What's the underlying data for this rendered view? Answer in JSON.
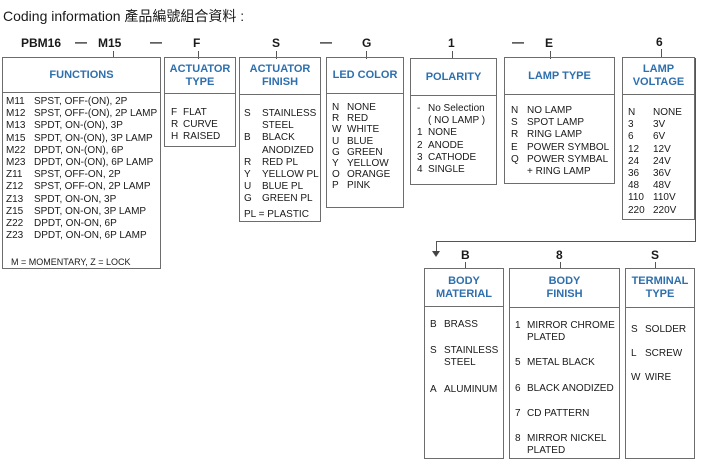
{
  "heading": "Coding information 產品編號組合資料 :",
  "codes": {
    "base": "PBM16",
    "function": "M15",
    "actuator_type": "F",
    "actuator_finish": "S",
    "led_color": "G",
    "polarity": "1",
    "lamp_type": "E",
    "lamp_voltage": "6",
    "body_material": "B",
    "body_finish": "8",
    "terminal_type": "S"
  },
  "dash": "—",
  "functions": {
    "title": "FUNCTIONS",
    "rows": [
      {
        "code": "M11",
        "desc": "SPST, OFF-(ON), 2P"
      },
      {
        "code": "M12",
        "desc": "SPST, OFF-(ON), 2P LAMP"
      },
      {
        "code": "M13",
        "desc": "SPDT,  ON-(ON), 3P"
      },
      {
        "code": "M15",
        "desc": "SPDT,  ON-(ON), 3P LAMP"
      },
      {
        "code": "M22",
        "desc": "DPDT,  ON-(ON), 6P"
      },
      {
        "code": "M23",
        "desc": "DPDT,  ON-(ON), 6P LAMP"
      },
      {
        "code": "Z11",
        "desc": "SPST,  OFF-ON, 2P"
      },
      {
        "code": "Z12",
        "desc": "SPST,  OFF-ON, 2P LAMP"
      },
      {
        "code": "Z13",
        "desc": "SPDT,  ON-ON, 3P"
      },
      {
        "code": "Z15",
        "desc": "SPDT,  ON-ON, 3P   LAMP"
      },
      {
        "code": "Z22",
        "desc": "DPDT,  ON-ON, 6P"
      },
      {
        "code": "Z23",
        "desc": "DPDT,  ON-ON, 6P   LAMP"
      }
    ],
    "note": "M = MOMENTARY,  Z = LOCK"
  },
  "actuator_type": {
    "title_l1": "ACTUATOR",
    "title_l2": "TYPE",
    "rows": [
      {
        "code": "F",
        "desc": "FLAT"
      },
      {
        "code": "R",
        "desc": "CURVE"
      },
      {
        "code": "H",
        "desc": "RAISED"
      }
    ]
  },
  "actuator_finish": {
    "title_l1": "ACTUATOR",
    "title_l2": "FINISH",
    "rows": [
      {
        "code": "S",
        "desc": "STAINLESS"
      },
      {
        "code": "",
        "desc": "STEEL"
      },
      {
        "code": "B",
        "desc": "BLACK"
      },
      {
        "code": "",
        "desc": "ANODIZED"
      },
      {
        "code": "R",
        "desc": "RED PL"
      },
      {
        "code": "Y",
        "desc": "YELLOW PL"
      },
      {
        "code": "U",
        "desc": "BLUE PL"
      },
      {
        "code": "G",
        "desc": "GREEN PL"
      }
    ],
    "note": "PL = PLASTIC"
  },
  "led_color": {
    "title": "LED COLOR",
    "rows": [
      {
        "code": "N",
        "desc": "NONE"
      },
      {
        "code": "R",
        "desc": "RED"
      },
      {
        "code": "W",
        "desc": "WHITE"
      },
      {
        "code": "U",
        "desc": "BLUE"
      },
      {
        "code": "G",
        "desc": "GREEN"
      },
      {
        "code": "Y",
        "desc": "YELLOW"
      },
      {
        "code": "O",
        "desc": "ORANGE"
      },
      {
        "code": "P",
        "desc": "PINK"
      }
    ]
  },
  "polarity": {
    "title": "POLARITY",
    "rows": [
      {
        "code": "-",
        "desc": "No Selection"
      },
      {
        "code": "",
        "desc": "( NO LAMP )"
      },
      {
        "code": "1",
        "desc": "NONE"
      },
      {
        "code": "2",
        "desc": "ANODE"
      },
      {
        "code": "3",
        "desc": "CATHODE"
      },
      {
        "code": "4",
        "desc": "SINGLE"
      }
    ]
  },
  "lamp_type": {
    "title": "LAMP TYPE",
    "rows": [
      {
        "code": "N",
        "desc": "NO LAMP"
      },
      {
        "code": "S",
        "desc": "SPOT LAMP"
      },
      {
        "code": "R",
        "desc": "RING LAMP"
      },
      {
        "code": "E",
        "desc": "POWER SYMBOL"
      },
      {
        "code": "Q",
        "desc": "POWER SYMBAL"
      },
      {
        "code": "",
        "desc": "+ RING LAMP"
      }
    ]
  },
  "lamp_voltage": {
    "title_l1": "LAMP",
    "title_l2": "VOLTAGE",
    "rows": [
      {
        "code": "N",
        "desc": "NONE"
      },
      {
        "code": "3",
        "desc": "3V"
      },
      {
        "code": "6",
        "desc": "6V"
      },
      {
        "code": "12",
        "desc": "12V"
      },
      {
        "code": "24",
        "desc": "24V"
      },
      {
        "code": "36",
        "desc": "36V"
      },
      {
        "code": "48",
        "desc": "48V"
      },
      {
        "code": "110",
        "desc": "110V"
      },
      {
        "code": "220",
        "desc": "220V"
      }
    ]
  },
  "body_material": {
    "title_l1": "BODY",
    "title_l2": "MATERIAL",
    "items": [
      {
        "code": "B",
        "l1": "BRASS",
        "l2": ""
      },
      {
        "code": "S",
        "l1": "STAINLESS",
        "l2": "STEEL"
      },
      {
        "code": "A",
        "l1": "ALUMINUM",
        "l2": ""
      }
    ]
  },
  "body_finish": {
    "title_l1": "BODY",
    "title_l2": "FINISH",
    "items": [
      {
        "code": "1",
        "l1": "MIRROR CHROME",
        "l2": "PLATED"
      },
      {
        "code": "5",
        "l1": "METAL BLACK",
        "l2": ""
      },
      {
        "code": "6",
        "l1": "BLACK ANODIZED",
        "l2": ""
      },
      {
        "code": "7",
        "l1": "CD PATTERN",
        "l2": ""
      },
      {
        "code": "8",
        "l1": "MIRROR NICKEL",
        "l2": "PLATED"
      }
    ]
  },
  "terminal_type": {
    "title_l1": "TERMINAL",
    "title_l2": "TYPE",
    "rows": [
      {
        "code": "S",
        "desc": "SOLDER"
      },
      {
        "code": "L",
        "desc": "SCREW"
      },
      {
        "code": "W",
        "desc": "WIRE"
      }
    ]
  },
  "colors": {
    "header_text": "#2e6fae",
    "border": "#6d6d6d"
  }
}
